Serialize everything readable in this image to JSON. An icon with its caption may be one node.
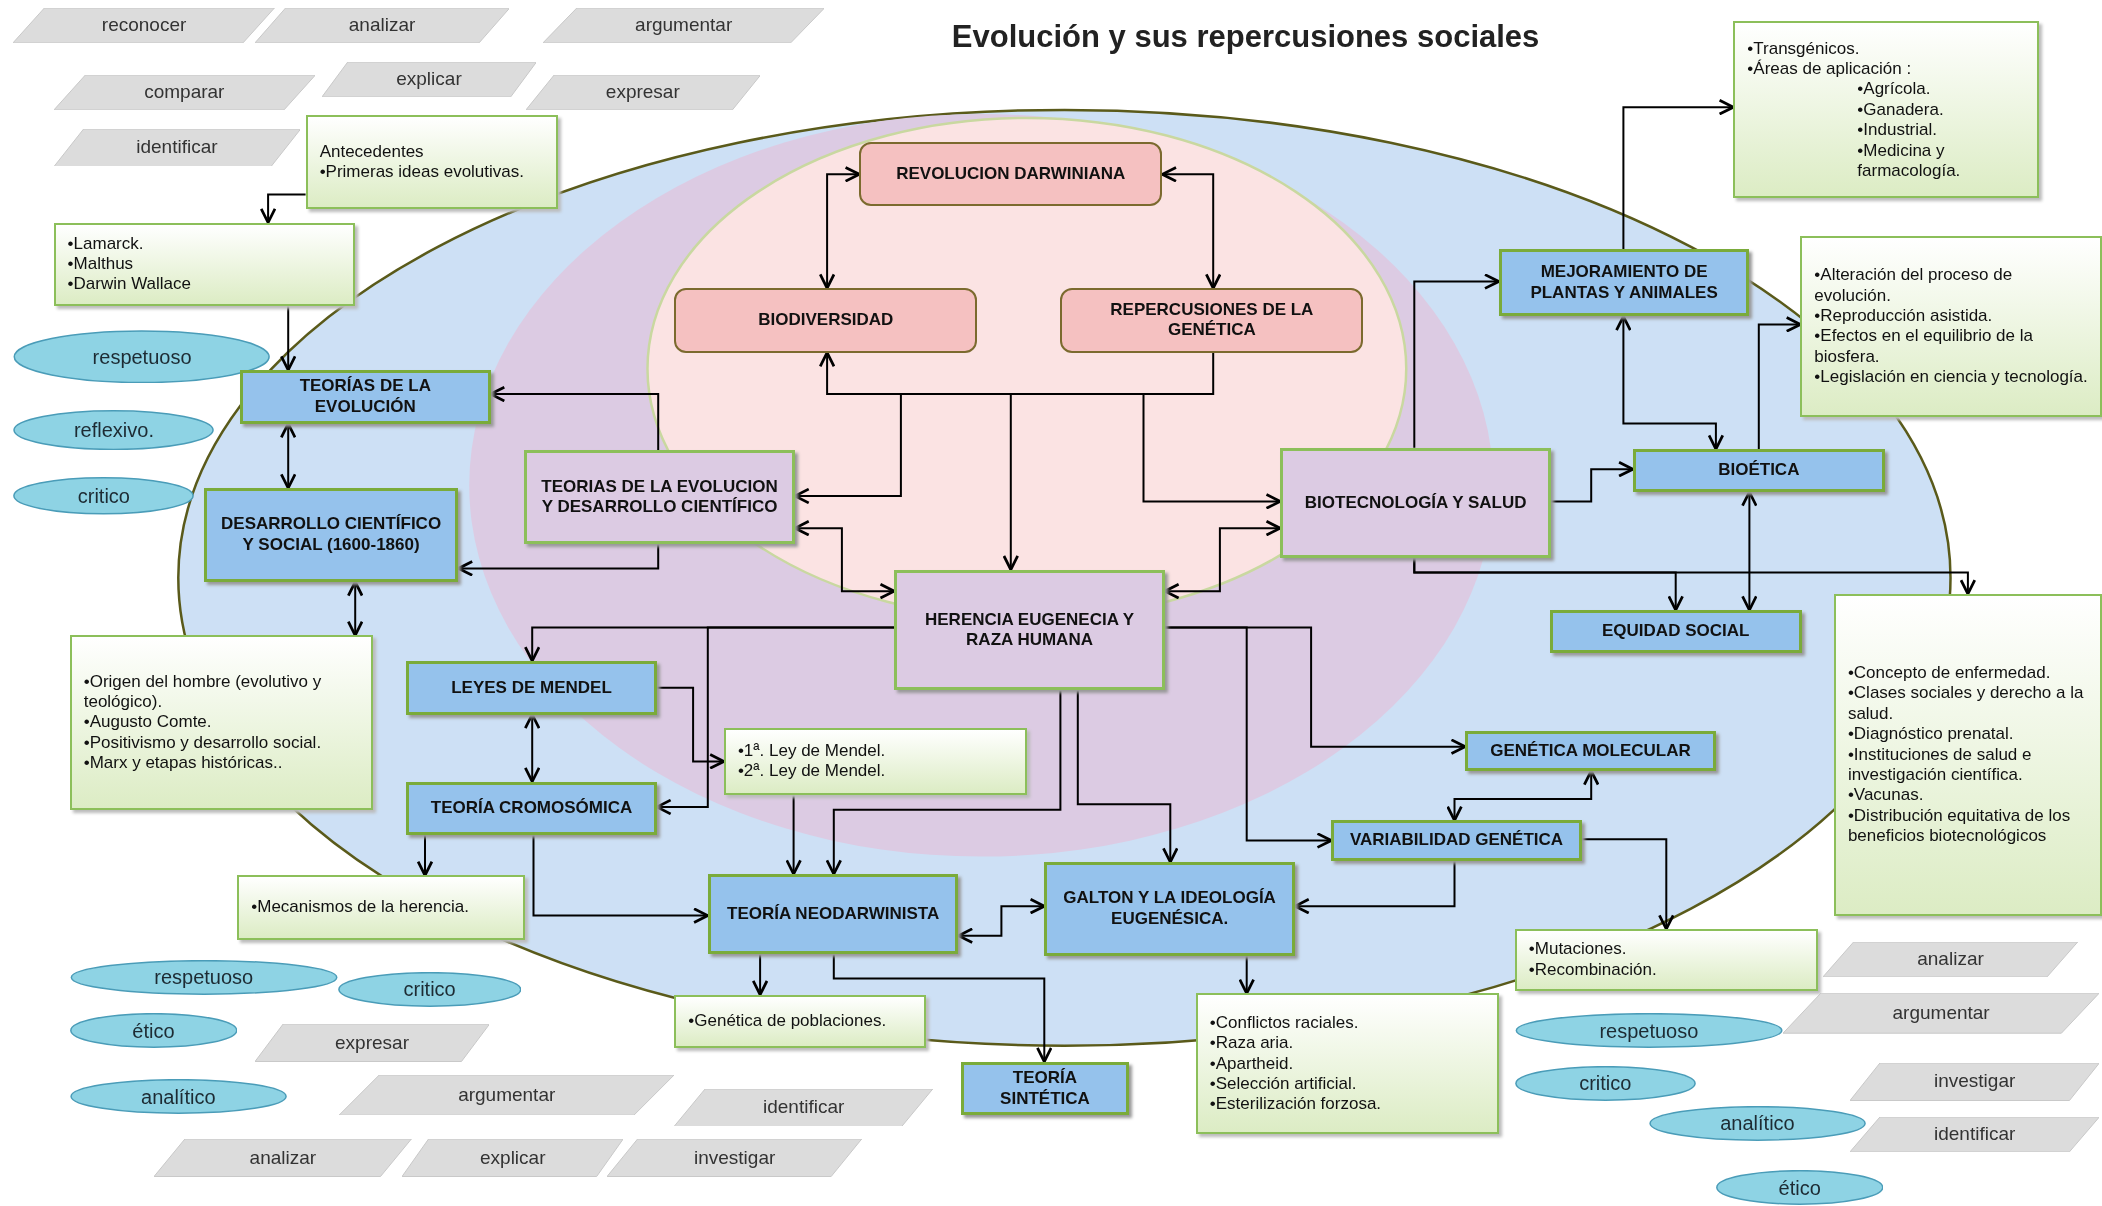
{
  "diagram": {
    "title": "Evolución y sus repercusiones sociales",
    "nodes": [
      {
        "text": [
          "reconocer"
        ]
      },
      {
        "text": [
          "analizar"
        ]
      },
      {
        "text": [
          "argumentar"
        ]
      },
      {
        "text": [
          "comparar"
        ]
      },
      {
        "text": [
          "explicar"
        ]
      },
      {
        "text": [
          "expresar"
        ]
      },
      {
        "text": [
          "identificar"
        ]
      },
      {
        "text": [
          "Antecedentes",
          "•Primeras ideas evolutivas."
        ]
      },
      {
        "text": [
          "•Transgénicos.",
          "•Áreas de aplicación :",
          "•Agrícola.",
          "•Ganadera.",
          "•Industrial.",
          "•Medicina y farmacología."
        ]
      },
      {
        "text": [
          "REVOLUCION DARWINIANA"
        ]
      },
      {
        "text": [
          "•Lamarck.",
          "•Malthus",
          "•Darwin Wallace"
        ]
      },
      {
        "text": [
          "MEJORAMIENTO DE PLANTAS Y ANIMALES"
        ]
      },
      {
        "text": [
          "•Alteración del proceso de evolución.",
          "•Reproducción asistida.",
          "•Efectos en el equilibrio de la biosfera.",
          "•Legislación en ciencia y tecnología."
        ]
      },
      {
        "text": [
          "BIODIVERSIDAD"
        ]
      },
      {
        "text": [
          "REPERCUSIONES DE LA GENÉTICA"
        ]
      },
      {
        "text": [
          "respetuoso"
        ]
      },
      {
        "text": [
          "TEORÍAS DE LA EVOLUCIÓN"
        ]
      },
      {
        "text": [
          "reflexivo."
        ]
      },
      {
        "text": [
          "TEORIAS DE LA EVOLUCION Y DESARROLLO CIENTÍFICO"
        ]
      },
      {
        "text": [
          "BIOTECNOLOGÍA Y SALUD"
        ]
      },
      {
        "text": [
          "BIOÉTICA"
        ]
      },
      {
        "text": [
          "critico"
        ]
      },
      {
        "text": [
          "DESARROLLO CIENTÍFICO Y SOCIAL (1600-1860)"
        ]
      },
      {
        "text": [
          "HERENCIA EUGENECIA Y RAZA HUMANA"
        ]
      },
      {
        "text": [
          "EQUIDAD SOCIAL"
        ]
      },
      {
        "text": [
          "•Concepto de enfermedad.",
          "•Clases sociales y derecho a la salud.",
          "•Diagnóstico prenatal.",
          "•Instituciones de salud e investigación científica.",
          "•Vacunas.",
          "•Distribución equitativa de los beneficios biotecnológicos"
        ]
      },
      {
        "text": [
          "•Origen del hombre (evolutivo y teológico).",
          "•Augusto Comte.",
          "•Positivismo y desarrollo social.",
          "•Marx y etapas históricas.."
        ]
      },
      {
        "text": [
          "LEYES DE MENDEL"
        ]
      },
      {
        "text": [
          "GENÉTICA MOLECULAR"
        ]
      },
      {
        "text": [
          "•1ª. Ley de Mendel.",
          "•2ª. Ley de Mendel."
        ]
      },
      {
        "text": [
          "TEORÍA CROMOSÓMICA"
        ]
      },
      {
        "text": [
          "VARIABILIDAD GENÉTICA"
        ]
      },
      {
        "text": [
          "•Mecanismos de la herencia."
        ]
      },
      {
        "text": [
          "TEORÍA NEODARWINISTA"
        ]
      },
      {
        "text": [
          "GALTON Y LA IDEOLOGÍA EUGENÉSICA."
        ]
      },
      {
        "text": [
          "•Mutaciones.",
          "•Recombinación."
        ]
      },
      {
        "text": [
          "analizar"
        ]
      },
      {
        "text": [
          "respetuoso"
        ]
      },
      {
        "text": [
          "critico"
        ]
      },
      {
        "text": [
          "•Genética de poblaciones."
        ]
      },
      {
        "text": [
          "•Conflictos raciales.",
          "•Raza aria.",
          "•Apartheid.",
          "•Selección artificial.",
          "•Esterilización forzosa."
        ]
      },
      {
        "text": [
          "argumentar"
        ]
      },
      {
        "text": [
          "ético"
        ]
      },
      {
        "text": [
          "respetuoso"
        ]
      },
      {
        "text": [
          "expresar"
        ]
      },
      {
        "text": [
          "critico"
        ]
      },
      {
        "text": [
          "investigar"
        ]
      },
      {
        "text": [
          "analítico"
        ]
      },
      {
        "text": [
          "argumentar"
        ]
      },
      {
        "text": [
          "TEORÍA SINTÉTICA"
        ]
      },
      {
        "text": [
          "identificar"
        ]
      },
      {
        "text": [
          "analítico"
        ]
      },
      {
        "text": [
          "identificar"
        ]
      },
      {
        "text": [
          "analizar"
        ]
      },
      {
        "text": [
          "explicar"
        ]
      },
      {
        "text": [
          "investigar"
        ]
      },
      {
        "text": [
          "ético"
        ]
      }
    ],
    "edges": [
      {
        "from": 7,
        "to": 10,
        "arrow": "to"
      },
      {
        "from": 10,
        "to": 16,
        "arrow": "to"
      },
      {
        "from": 16,
        "to": 22,
        "arrow": "both"
      },
      {
        "from": 22,
        "to": 26,
        "arrow": "both"
      },
      {
        "from": 18,
        "to": 16,
        "arrow": "to"
      },
      {
        "from": 18,
        "to": 22,
        "arrow": "to"
      },
      {
        "from": 9,
        "to": 13,
        "arrow": "both"
      },
      {
        "from": 9,
        "to": 14,
        "arrow": "both"
      },
      {
        "from": 13,
        "to": 14,
        "arrow": "both"
      },
      {
        "from": null,
        "to": 18,
        "arrow": "to"
      },
      {
        "from": null,
        "to": 23,
        "arrow": "to"
      },
      {
        "from": null,
        "to": 19,
        "arrow": "to"
      },
      {
        "from": 18,
        "to": 23,
        "arrow": "both"
      },
      {
        "from": 19,
        "to": 23,
        "arrow": "both"
      },
      {
        "from": 19,
        "to": 11,
        "arrow": "to"
      },
      {
        "from": 11,
        "to": 8,
        "arrow": "to"
      },
      {
        "from": 11,
        "to": 20,
        "arrow": "both"
      },
      {
        "from": 20,
        "to": 12,
        "arrow": "to"
      },
      {
        "from": 19,
        "to": 20,
        "arrow": "to"
      },
      {
        "from": 20,
        "to": 24,
        "arrow": "both"
      },
      {
        "from": 19,
        "to": 24,
        "arrow": "to"
      },
      {
        "from": 19,
        "to": 25,
        "arrow": "to"
      },
      {
        "from": 23,
        "to": 27,
        "arrow": "to"
      },
      {
        "from": 23,
        "to": 30,
        "arrow": "to"
      },
      {
        "from": 27,
        "to": 30,
        "arrow": "both"
      },
      {
        "from": 27,
        "to": 29,
        "arrow": "to"
      },
      {
        "from": 29,
        "to": 33,
        "arrow": "to"
      },
      {
        "from": 23,
        "to": 33,
        "arrow": "to"
      },
      {
        "from": 23,
        "to": 34,
        "arrow": "to"
      },
      {
        "from": 23,
        "to": 28,
        "arrow": "to"
      },
      {
        "from": 23,
        "to": 31,
        "arrow": "to"
      },
      {
        "from": 31,
        "to": 28,
        "arrow": "both"
      },
      {
        "from": 31,
        "to": 34,
        "arrow": "to"
      },
      {
        "from": 31,
        "to": 35,
        "arrow": "to"
      },
      {
        "from": 33,
        "to": 34,
        "arrow": "both"
      },
      {
        "from": 30,
        "to": 32,
        "arrow": "to"
      },
      {
        "from": 30,
        "to": 33,
        "arrow": "to"
      },
      {
        "from": 33,
        "to": 39,
        "arrow": "to"
      },
      {
        "from": 33,
        "to": 49,
        "arrow": "to"
      },
      {
        "from": 34,
        "to": 40,
        "arrow": "to"
      }
    ]
  }
}
